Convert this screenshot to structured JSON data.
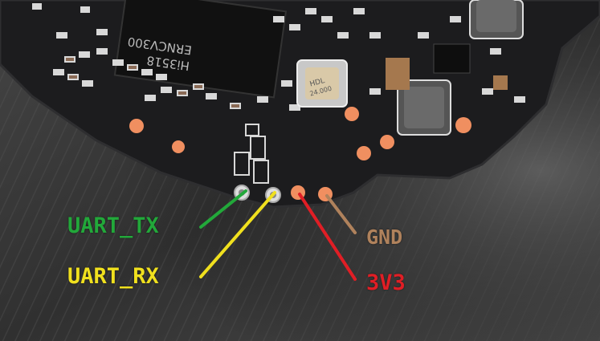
{
  "labels": {
    "uart_tx": "UART_TX",
    "uart_rx": "UART_RX",
    "gnd": "GND",
    "v3v3": "3V3"
  },
  "colors": {
    "uart_tx": "#22a83a",
    "uart_rx": "#f0e01e",
    "gnd": "#b0825c",
    "v3v3": "#e01e25",
    "pcb": "#1c1c1e",
    "pad": "#f08f60",
    "background": "#3a3a3a"
  },
  "board_markings": {
    "chip_line1": "Hi3518",
    "chip_line2": "ERNCV300",
    "crystal": "HDL 24.000"
  }
}
